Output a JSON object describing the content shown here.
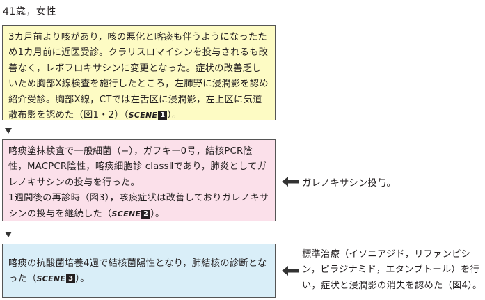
{
  "heading": "41歳，女性",
  "box1": {
    "text": "3カ月前より咳があり，咳の悪化と喀痰も伴うようになったため1カ月前に近医受診。クラリスロマイシンを投与されるも改善なく，レボフロキサシンに変更となった。症状の改善乏しいため胸部X線検査を施行したところ，左肺野に浸潤影を認め紹介受診。胸部X線，CTでは左舌区に浸潤影，左上区に気道散布影を認めた（図1・2）（",
    "scene_label": "SCENE",
    "scene_num": "1",
    "tail": "）。"
  },
  "box2": {
    "text1": "喀痰塗抹検査で一般細菌（−），ガフキー0号，結核PCR陰性，MACPCR陰性，喀痰細胞診 classⅡであり，肺炎としてガレノキサシンの投与を行った。",
    "text2": "1週間後の再診時（図3），咳痰症状は改善しておりガレノキサシンの投与を継続した（",
    "scene_label": "SCENE",
    "scene_num": "2",
    "tail": "）。"
  },
  "box3": {
    "text": "喀痰の抗酸菌培養4週で結核菌陽性となり，肺結核の診断となった（",
    "scene_label": "SCENE",
    "scene_num": "3",
    "tail": "）。"
  },
  "note1": "ガレノキサシン投与。",
  "note2": "標準治療（イソニアジド，リファンピシン，ピラジナミド，エタンブトール）を行い，症状と浸潤影の消失を認めた（図4）。",
  "arrow_color": "#333333"
}
